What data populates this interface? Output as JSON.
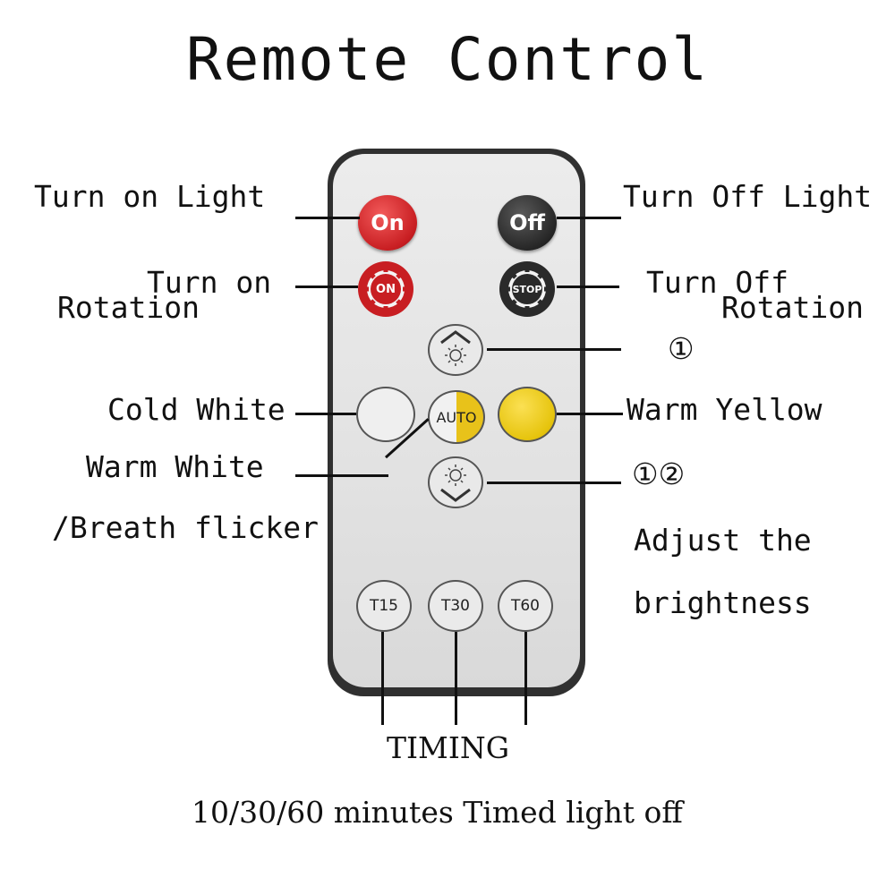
{
  "title": "Remote Control",
  "labels": {
    "turn_on_light": "Turn on Light",
    "turn_off_light": "Turn Off Light",
    "turn_on_rotation_1": "Turn on",
    "turn_on_rotation_2": "Rotation",
    "turn_off_rotation_1": "Turn Off",
    "turn_off_rotation_2": "Rotation",
    "brightness_up": "①",
    "cold_white": "Cold White",
    "warm_yellow": "Warm Yellow",
    "warm_white_1": "Warm White",
    "warm_white_2": "/Breath flicker",
    "brightness_down": "①②",
    "adjust_1": "Adjust the",
    "adjust_2": "brightness",
    "timing": "TIMING",
    "timed_off": "10/30/60 minutes Timed light off"
  },
  "buttons": {
    "on": "On",
    "off": "Off",
    "rotation_on": "ON",
    "rotation_stop": "STOP",
    "auto": "AUTO",
    "t15": "T15",
    "t30": "T30",
    "t60": "T60"
  },
  "colors": {
    "on_button": "#c81e22",
    "off_button": "#262626",
    "warm_yellow_button": "#e6c40d",
    "remote_body": "#303030"
  }
}
